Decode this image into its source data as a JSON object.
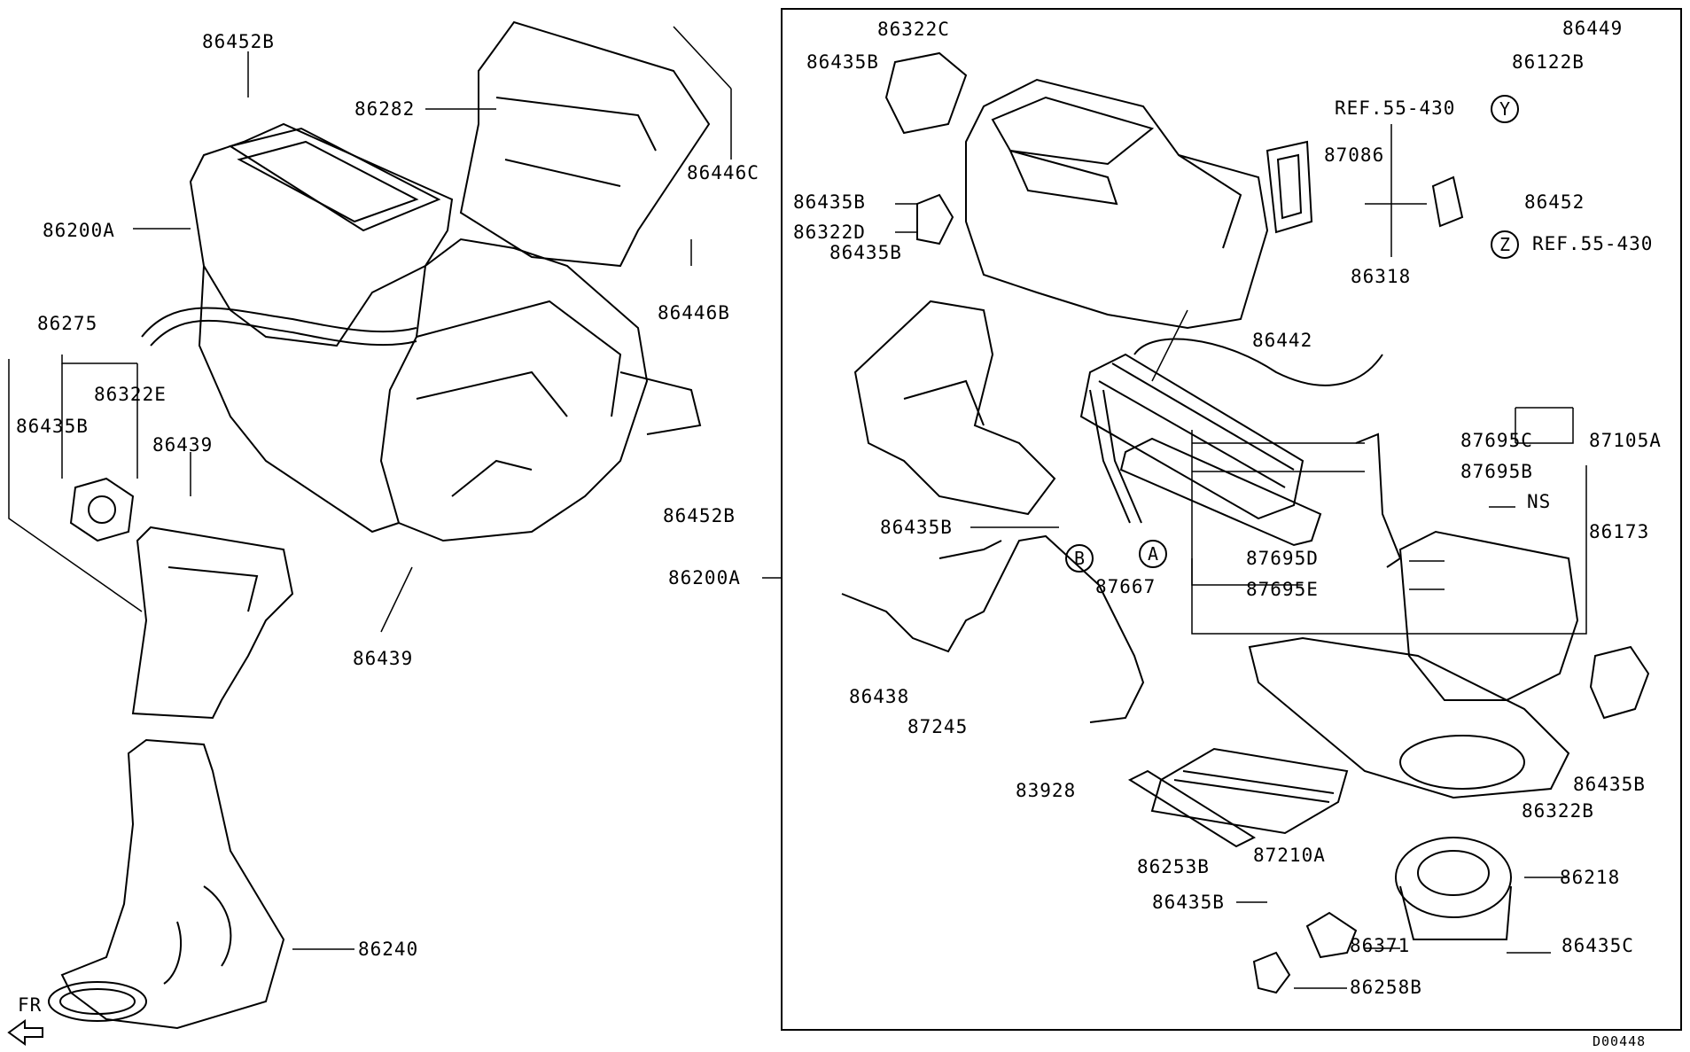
{
  "figure_code": "D00448",
  "direction_label": "FR",
  "labels": {
    "p86452B_top": "86452B",
    "p86282": "86282",
    "p86446C": "86446C",
    "p86200A_left": "86200A",
    "p86446B": "86446B",
    "p86275": "86275",
    "p86322E": "86322E",
    "p86435B_left": "86435B",
    "p86439_a": "86439",
    "p86452B_mid": "86452B",
    "p86439_b": "86439",
    "p86240": "86240",
    "p86200A_right": "86200A",
    "p86322C": "86322C",
    "p86435B_r1": "86435B",
    "p86435B_r2": "86435B",
    "p86322D": "86322D",
    "p86435B_r3": "86435B",
    "p86435B_r4": "86435B",
    "p86438": "86438",
    "p87245": "87245",
    "p83928": "83928",
    "p86449": "86449",
    "p86122B": "86122B",
    "ref_y": "REF.55-430",
    "p87086": "87086",
    "p86452": "86452",
    "ref_z": "REF.55-430",
    "p86318": "86318",
    "p86442": "86442",
    "p87695C": "87695C",
    "p87105A": "87105A",
    "p87695B": "87695B",
    "ns": "NS",
    "p86173": "86173",
    "p87695D": "87695D",
    "p87667": "87667",
    "p87695E": "87695E",
    "p86435B_r5": "86435B",
    "p86322B": "86322B",
    "p86253B": "86253B",
    "p87210A": "87210A",
    "p86218": "86218",
    "p86435B_r6": "86435B",
    "p86371": "86371",
    "p86435C": "86435C",
    "p86258B": "86258B"
  },
  "callouts": {
    "Y": "Y",
    "Z": "Z",
    "A": "A",
    "B": "B"
  }
}
